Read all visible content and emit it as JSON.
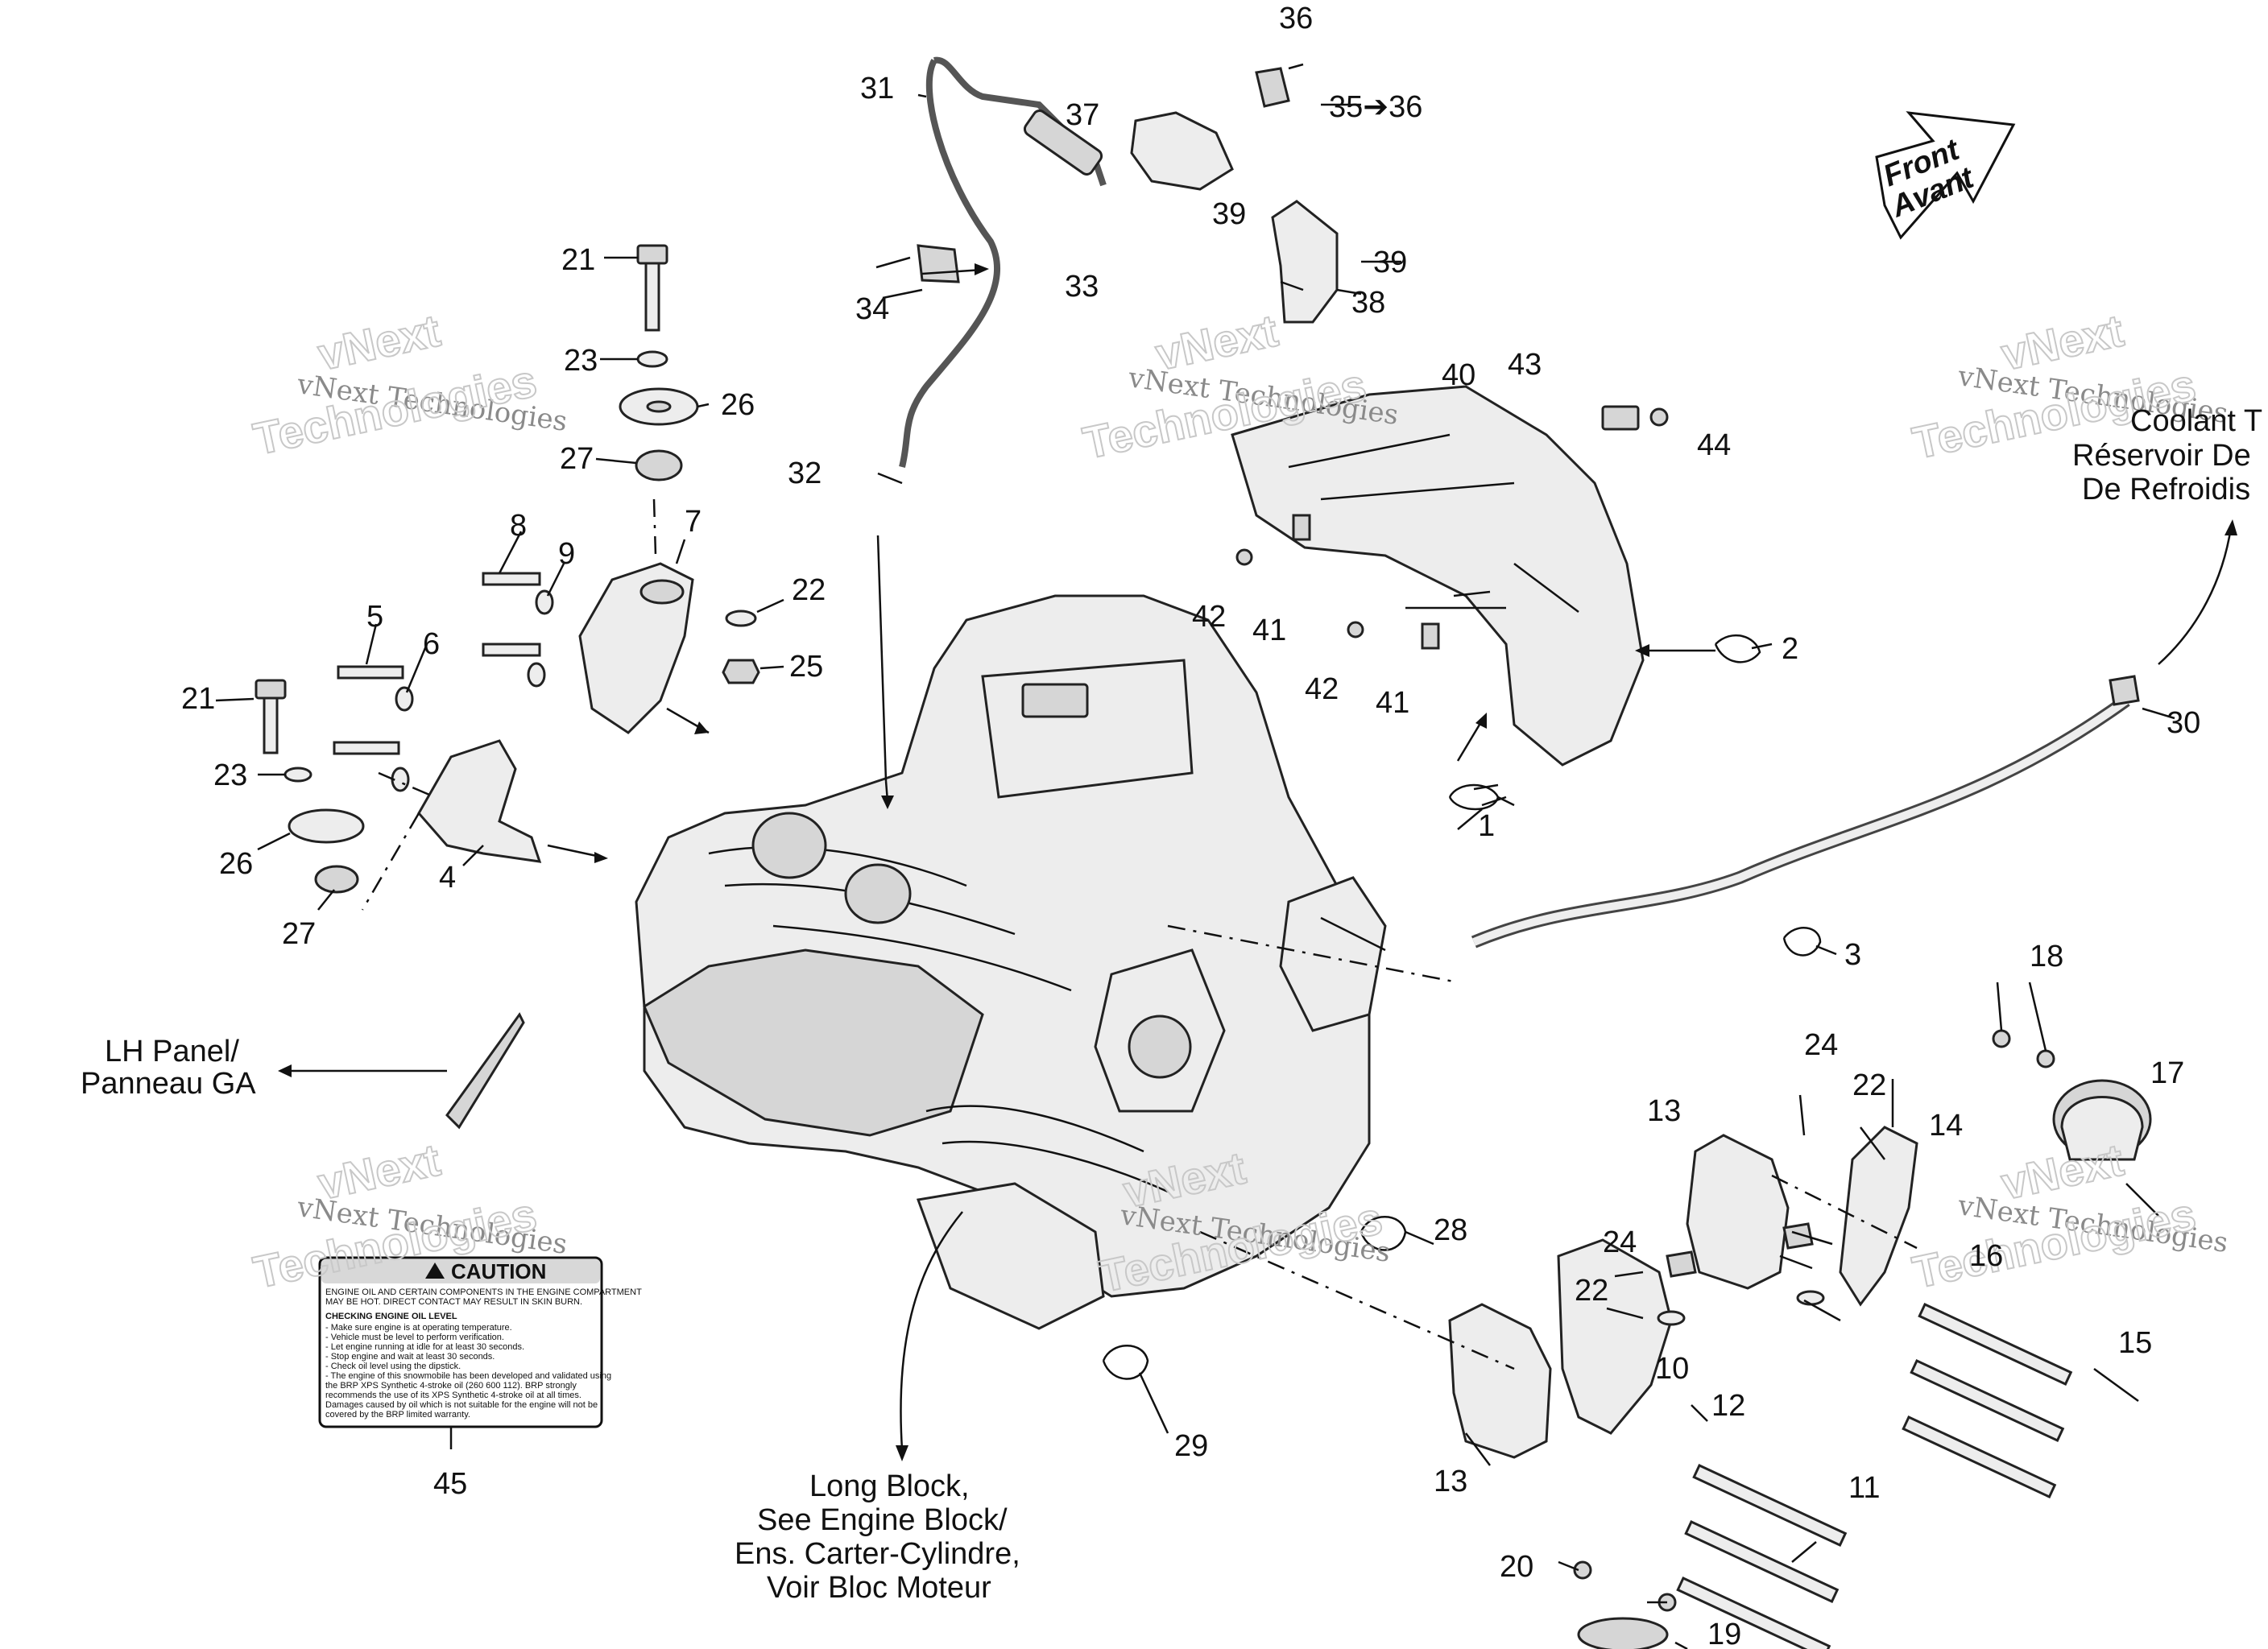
{
  "callouts": [
    {
      "n": "1"
    },
    {
      "n": "2"
    },
    {
      "n": "3"
    },
    {
      "n": "4"
    },
    {
      "n": "5"
    },
    {
      "n": "6"
    },
    {
      "n": "7"
    },
    {
      "n": "8"
    },
    {
      "n": "9"
    },
    {
      "n": "10"
    },
    {
      "n": "11"
    },
    {
      "n": "12"
    },
    {
      "n": "13"
    },
    {
      "n": "13"
    },
    {
      "n": "14"
    },
    {
      "n": "15"
    },
    {
      "n": "16"
    },
    {
      "n": "17"
    },
    {
      "n": "18"
    },
    {
      "n": "19"
    },
    {
      "n": "20"
    },
    {
      "n": "21"
    },
    {
      "n": "21"
    },
    {
      "n": "22"
    },
    {
      "n": "22"
    },
    {
      "n": "22"
    },
    {
      "n": "23"
    },
    {
      "n": "23"
    },
    {
      "n": "24"
    },
    {
      "n": "24"
    },
    {
      "n": "25"
    },
    {
      "n": "26"
    },
    {
      "n": "26"
    },
    {
      "n": "27"
    },
    {
      "n": "27"
    },
    {
      "n": "28"
    },
    {
      "n": "29"
    },
    {
      "n": "30"
    },
    {
      "n": "31"
    },
    {
      "n": "32"
    },
    {
      "n": "33"
    },
    {
      "n": "34"
    },
    {
      "n": "35➔36"
    },
    {
      "n": "36"
    },
    {
      "n": "37"
    },
    {
      "n": "38"
    },
    {
      "n": "39"
    },
    {
      "n": "39"
    },
    {
      "n": "40"
    },
    {
      "n": "41"
    },
    {
      "n": "41"
    },
    {
      "n": "42"
    },
    {
      "n": "42"
    },
    {
      "n": "43"
    },
    {
      "n": "44"
    },
    {
      "n": "45"
    }
  ],
  "notes": {
    "front": [
      "Front",
      "Avant"
    ],
    "coolant": [
      "Coolant T",
      "Réservoir De",
      "De Refroidis"
    ],
    "lh_panel": [
      "LH Panel/",
      "Panneau GA"
    ],
    "long_block": [
      "Long Block,",
      "See Engine Block/",
      "Ens. Carter-Cylindre,",
      "Voir Bloc Moteur"
    ]
  },
  "watermark": {
    "top": "vNext",
    "line": "vNext Technologies",
    "big": "Technologies"
  },
  "caution_label": {
    "title": "CAUTION",
    "header": [
      "ENGINE OIL AND CERTAIN COMPONENTS IN THE ENGINE COMPARTMENT",
      "MAY BE HOT. DIRECT CONTACT MAY RESULT IN SKIN BURN."
    ],
    "subtitle": "CHECKING ENGINE OIL LEVEL",
    "lines": [
      "- Make sure engine is at operating temperature.",
      "- Vehicle must be level to perform verification.",
      "- Let engine running at idle for at least 30 seconds.",
      "- Stop engine and wait at least 30 seconds.",
      "- Check oil level using the dipstick.",
      "- The engine of this snowmobile has been developed and validated using",
      "the BRP XPS Synthetic 4-stroke oil (260 600 112). BRP strongly",
      "recommends the use of its XPS Synthetic 4-stroke oil at all times.",
      "Damages caused by oil which is not suitable for the engine will not be",
      "covered by the BRP limited warranty."
    ]
  },
  "colors": {
    "ink": "#111111",
    "part_fill": "#ededed",
    "part_shade": "#d6d6d6",
    "watermark": "#8a8a8a"
  }
}
